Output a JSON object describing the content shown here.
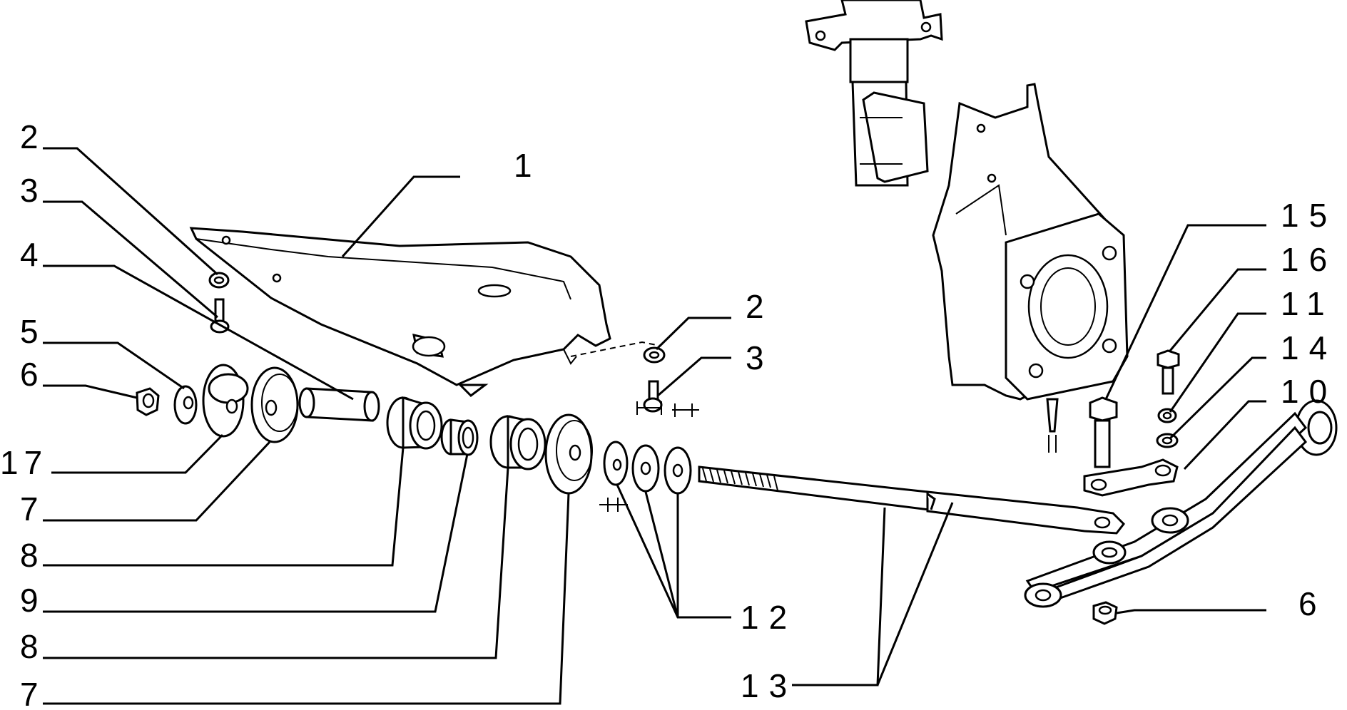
{
  "callouts": {
    "c1": "1",
    "c2_left": "2",
    "c3_left": "3",
    "c4": "4",
    "c5": "5",
    "c6_left": "6",
    "c17": "17",
    "c7_upper": "7",
    "c8_upper": "8",
    "c9": "9",
    "c8_lower": "8",
    "c7_lower": "7",
    "c2_right": "2",
    "c3_right": "3",
    "c12": "12",
    "c13": "13",
    "c15": "15",
    "c16": "16",
    "c11": "11",
    "c14": "14",
    "c10": "10",
    "c6_right": "6"
  }
}
